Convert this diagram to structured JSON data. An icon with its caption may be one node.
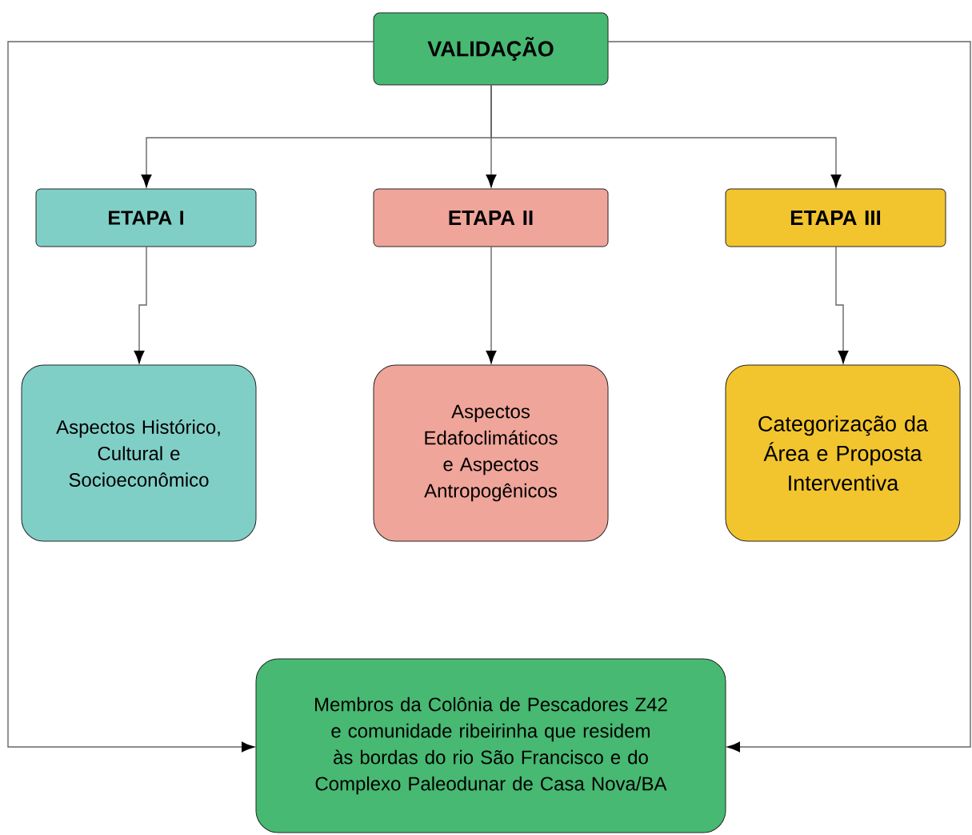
{
  "diagram": {
    "nodes": [
      {
        "text": [
          "VALIDAÇÃO"
        ]
      },
      {
        "text": [
          "ETAPA I"
        ]
      },
      {
        "text": [
          "ETAPA II"
        ]
      },
      {
        "text": [
          "ETAPA III"
        ]
      },
      {
        "text": [
          "Aspectos Histórico, Cultural e Socioeconômico"
        ]
      },
      {
        "text": [
          "Aspectos Edafoclimáticos e Aspectos Antropogênicos"
        ]
      },
      {
        "text": [
          "Categorização da Área e Proposta Interventiva"
        ]
      },
      {
        "text": [
          "Membros da Colônia de Pescadores Z42 e comunidade ribeirinha que residem às bordas do rio São Francisco e do Complexo Paleodunar de Casa Nova/BA"
        ]
      }
    ],
    "edges": [
      {
        "from": 0,
        "to": 1,
        "arrow": "to"
      },
      {
        "from": 0,
        "to": 2,
        "arrow": "to"
      },
      {
        "from": 0,
        "to": 3,
        "arrow": "to"
      },
      {
        "from": 1,
        "to": 4,
        "arrow": "to"
      },
      {
        "from": 2,
        "to": 5,
        "arrow": "to"
      },
      {
        "from": 3,
        "to": 6,
        "arrow": "to"
      },
      {
        "from": 0,
        "to": 7,
        "arrow": "to"
      },
      {
        "from": 0,
        "to": 7,
        "arrow": "to"
      }
    ]
  }
}
